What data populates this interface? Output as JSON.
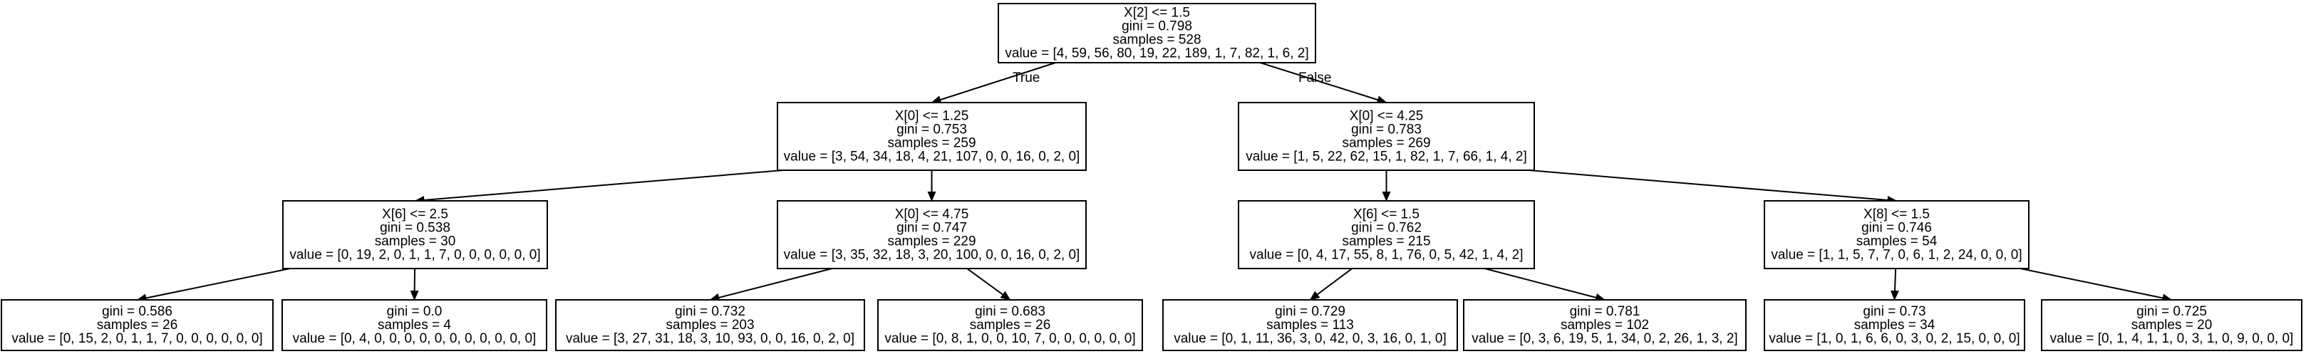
{
  "tree": {
    "nodes": [
      {
        "id": "n0",
        "lines": [
          "X[2] <= 1.5",
          "gini = 0.798",
          "samples = 528",
          "value = [4, 59, 56, 80, 19, 22, 189, 1, 7, 82, 1, 6, 2]"
        ]
      },
      {
        "id": "n1",
        "lines": [
          "X[0] <= 1.25",
          "gini = 0.753",
          "samples = 259",
          "value = [3, 54, 34, 18, 4, 21, 107, 0, 0, 16, 0, 2, 0]"
        ]
      },
      {
        "id": "n2",
        "lines": [
          "X[0] <= 4.25",
          "gini = 0.783",
          "samples = 269",
          "value = [1, 5, 22, 62, 15, 1, 82, 1, 7, 66, 1, 4, 2]"
        ]
      },
      {
        "id": "n3",
        "lines": [
          "X[6] <= 2.5",
          "gini = 0.538",
          "samples = 30",
          "value = [0, 19, 2, 0, 1, 1, 7, 0, 0, 0, 0, 0, 0]"
        ]
      },
      {
        "id": "n4",
        "lines": [
          "X[0] <= 4.75",
          "gini = 0.747",
          "samples = 229",
          "value = [3, 35, 32, 18, 3, 20, 100, 0, 0, 16, 0, 2, 0]"
        ]
      },
      {
        "id": "n5",
        "lines": [
          "X[6] <= 1.5",
          "gini = 0.762",
          "samples = 215",
          "value = [0, 4, 17, 55, 8, 1, 76, 0, 5, 42, 1, 4, 2]"
        ]
      },
      {
        "id": "n6",
        "lines": [
          "X[8] <= 1.5",
          "gini = 0.746",
          "samples = 54",
          "value = [1, 1, 5, 7, 7, 0, 6, 1, 2, 24, 0, 0, 0]"
        ]
      },
      {
        "id": "n7",
        "lines": [
          "gini = 0.586",
          "samples = 26",
          "value = [0, 15, 2, 0, 1, 1, 7, 0, 0, 0, 0, 0, 0]"
        ]
      },
      {
        "id": "n8",
        "lines": [
          "gini = 0.0",
          "samples = 4",
          "value = [0, 4, 0, 0, 0, 0, 0, 0, 0, 0, 0, 0, 0]"
        ]
      },
      {
        "id": "n9",
        "lines": [
          "gini = 0.732",
          "samples = 203",
          "value = [3, 27, 31, 18, 3, 10, 93, 0, 0, 16, 0, 2, 0]"
        ]
      },
      {
        "id": "n10",
        "lines": [
          "gini = 0.683",
          "samples = 26",
          "value = [0, 8, 1, 0, 0, 10, 7, 0, 0, 0, 0, 0, 0]"
        ]
      },
      {
        "id": "n11",
        "lines": [
          "gini = 0.729",
          "samples = 113",
          "value = [0, 1, 11, 36, 3, 0, 42, 0, 3, 16, 0, 1, 0]"
        ]
      },
      {
        "id": "n12",
        "lines": [
          "gini = 0.781",
          "samples = 102",
          "value = [0, 3, 6, 19, 5, 1, 34, 0, 2, 26, 1, 3, 2]"
        ]
      },
      {
        "id": "n13",
        "lines": [
          "gini = 0.73",
          "samples = 34",
          "value = [1, 0, 1, 6, 6, 0, 3, 0, 2, 15, 0, 0, 0]"
        ]
      },
      {
        "id": "n14",
        "lines": [
          "gini = 0.725",
          "samples = 20",
          "value = [0, 1, 4, 1, 1, 0, 3, 1, 0, 9, 0, 0, 0]"
        ]
      }
    ],
    "edges": [
      {
        "from": "n0",
        "to": "n1",
        "label": "True"
      },
      {
        "from": "n0",
        "to": "n2",
        "label": "False"
      },
      {
        "from": "n1",
        "to": "n3",
        "label": ""
      },
      {
        "from": "n1",
        "to": "n4",
        "label": ""
      },
      {
        "from": "n2",
        "to": "n5",
        "label": ""
      },
      {
        "from": "n2",
        "to": "n6",
        "label": ""
      },
      {
        "from": "n3",
        "to": "n7",
        "label": ""
      },
      {
        "from": "n3",
        "to": "n8",
        "label": ""
      },
      {
        "from": "n4",
        "to": "n9",
        "label": ""
      },
      {
        "from": "n4",
        "to": "n10",
        "label": ""
      },
      {
        "from": "n5",
        "to": "n11",
        "label": ""
      },
      {
        "from": "n5",
        "to": "n12",
        "label": ""
      },
      {
        "from": "n6",
        "to": "n13",
        "label": ""
      },
      {
        "from": "n6",
        "to": "n14",
        "label": ""
      }
    ]
  }
}
